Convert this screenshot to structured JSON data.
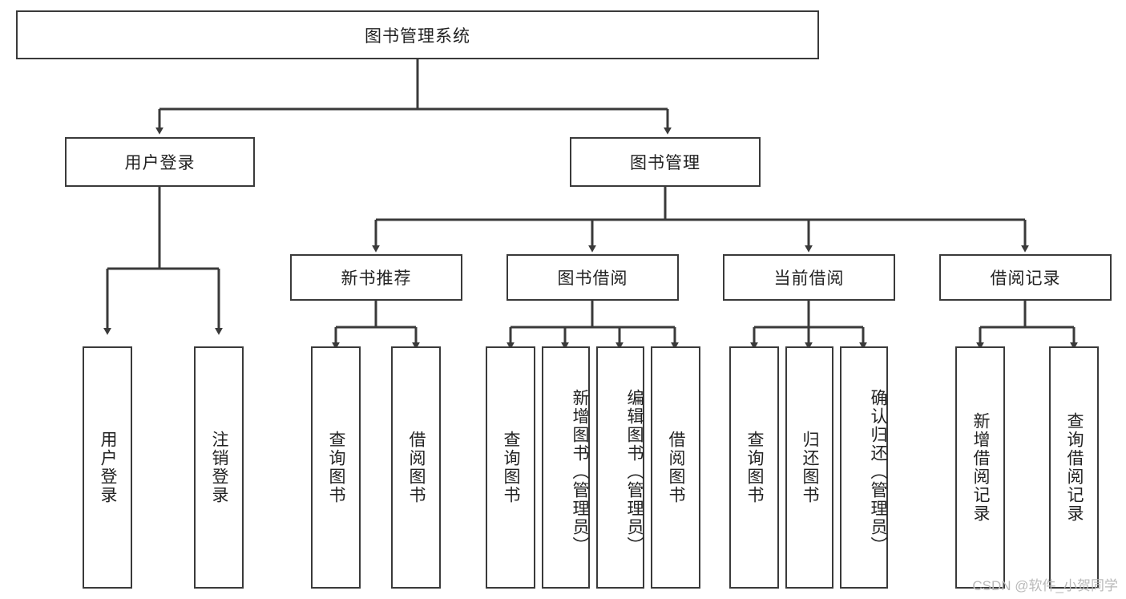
{
  "diagram": {
    "title_label": "图书管理系统",
    "type": "tree-hierarchy-diagram",
    "watermark": "CSDN @软件_小贺同学",
    "colors": {
      "stroke": "#3a3a3a",
      "background": "#ffffff",
      "text": "#222222",
      "watermark": "#b9b9b9"
    },
    "root": {
      "label": "图书管理系统"
    },
    "level2": [
      {
        "id": "user-login",
        "label": "用户登录"
      },
      {
        "id": "book-management",
        "label": "图书管理"
      }
    ],
    "level3": [
      {
        "id": "new-book-recommend",
        "label": "新书推荐",
        "parent": "book-management"
      },
      {
        "id": "book-borrow",
        "label": "图书借阅",
        "parent": "book-management"
      },
      {
        "id": "current-borrow",
        "label": "当前借阅",
        "parent": "book-management"
      },
      {
        "id": "borrow-record",
        "label": "借阅记录",
        "parent": "book-management"
      }
    ],
    "leaves": [
      {
        "id": "leaf-user-login",
        "label": "用户登录",
        "parent": "user-login"
      },
      {
        "id": "leaf-logout-login",
        "label": "注销登录",
        "parent": "user-login"
      },
      {
        "id": "leaf-query-book-1",
        "label": "查询图书",
        "parent": "new-book-recommend"
      },
      {
        "id": "leaf-borrow-book-1",
        "label": "借阅图书",
        "parent": "new-book-recommend"
      },
      {
        "id": "leaf-query-book-2",
        "label": "查询图书",
        "parent": "book-borrow"
      },
      {
        "id": "leaf-add-book",
        "label": "新增图书（管理员）",
        "parent": "book-borrow"
      },
      {
        "id": "leaf-edit-book",
        "label": "编辑图书（管理员）",
        "parent": "book-borrow"
      },
      {
        "id": "leaf-borrow-book-2",
        "label": "借阅图书",
        "parent": "book-borrow"
      },
      {
        "id": "leaf-query-book-3",
        "label": "查询图书",
        "parent": "current-borrow"
      },
      {
        "id": "leaf-return-book",
        "label": "归还图书",
        "parent": "current-borrow"
      },
      {
        "id": "leaf-confirm-return",
        "label": "确认归还（管理员）",
        "parent": "current-borrow"
      },
      {
        "id": "leaf-add-record",
        "label": "新增借阅记录",
        "parent": "borrow-record"
      },
      {
        "id": "leaf-query-record",
        "label": "查询借阅记录",
        "parent": "borrow-record"
      }
    ]
  }
}
